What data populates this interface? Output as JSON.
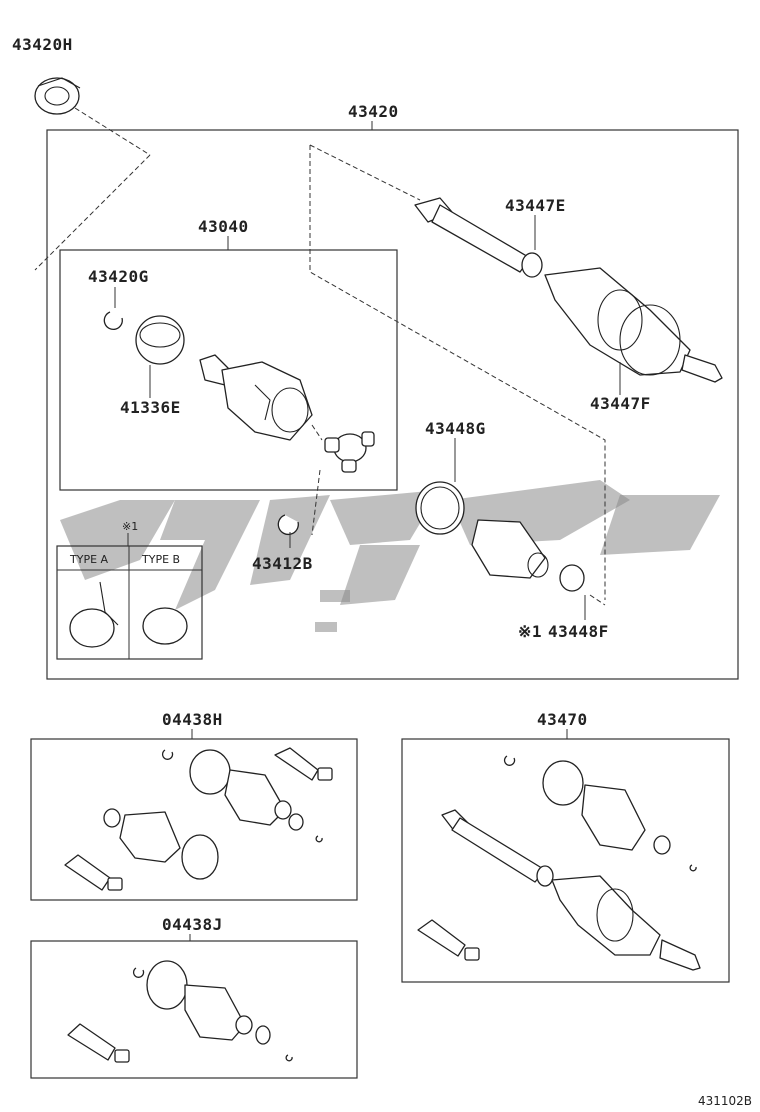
{
  "diagram": {
    "reference": "431102B",
    "labels": {
      "p43420H": "43420H",
      "p43420": "43420",
      "p43040": "43040",
      "p43420G": "43420G",
      "p41336E": "41336E",
      "p43447E": "43447E",
      "p43447F": "43447F",
      "p43448G": "43448G",
      "p43412B": "43412B",
      "p43448F": "43448F",
      "p43448F_mark": "※1",
      "note_mark": "※1",
      "p04438H": "04438H",
      "p04438J": "04438J",
      "p43470": "43470"
    },
    "type_table": {
      "type_a": "TYPE A",
      "type_b": "TYPE B"
    }
  }
}
